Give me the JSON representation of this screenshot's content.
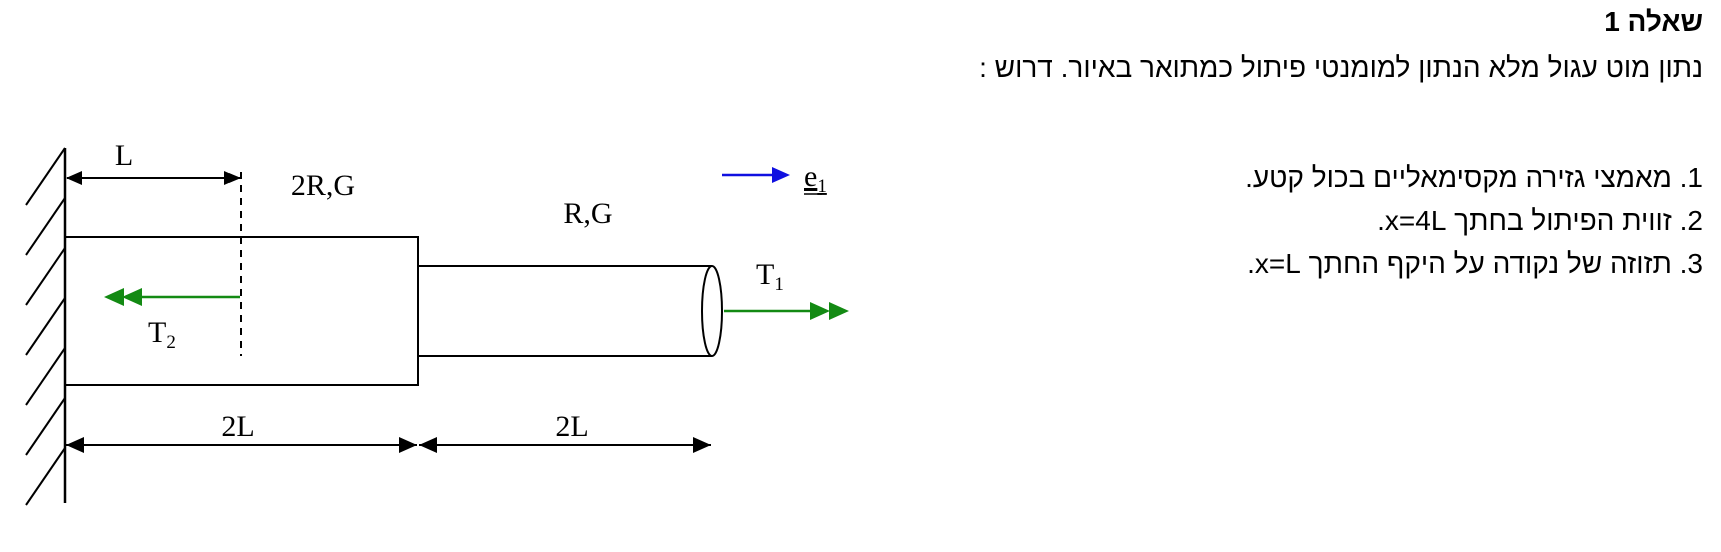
{
  "header": {
    "title": "שאלה 1",
    "intro": "נתון מוט עגול מלא הנתון למומנטי פיתול כמתואר באיור. דרוש :"
  },
  "tasks": [
    {
      "num": "1.",
      "text": "מאמצי גזירה מקסימאליים בכול קטע."
    },
    {
      "num": "2.",
      "pre": "זווית הפיתול בחתך ",
      "math": "x=4L",
      "post": "."
    },
    {
      "num": "3.",
      "pre": "תזוזה של נקודה על היקף החתך ",
      "math": "x=L",
      "post": "."
    }
  ],
  "figure": {
    "label_L": "L",
    "label_section1": "2R,G",
    "label_section2": "R,G",
    "label_dim1": "2L",
    "label_dim2": "2L",
    "torque1": {
      "letter": "T",
      "sub": "1"
    },
    "torque2": {
      "letter": "T",
      "sub": "2"
    },
    "axis": {
      "letter": "e",
      "sub": "1"
    },
    "colors": {
      "torque": "#138a13",
      "axis": "#1010e0",
      "lines": "#000000"
    }
  }
}
